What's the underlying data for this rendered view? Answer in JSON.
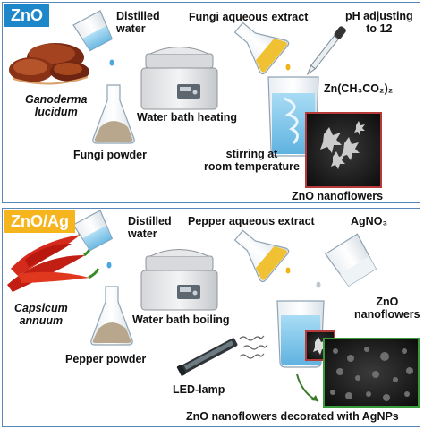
{
  "top": {
    "tag": "ZnO",
    "distilled_water": "Distilled\nwater",
    "fungi_extract": "Fungi aqueous extract",
    "ph": "pH adjusting\nto 12",
    "species": "Ganoderma\nlucidum",
    "water_bath": "Water bath heating",
    "zinc_salt": "Zn(CH₃CO₂)₂",
    "fungi_powder": "Fungi powder",
    "stirring": "stirring at\nroom temperature",
    "nanoflowers": "ZnO nanoflowers"
  },
  "bottom": {
    "tag": "ZnO/Ag",
    "distilled_water": "Distilled\nwater",
    "pepper_extract": "Pepper aqueous extract",
    "silver_salt": "AgNO₃",
    "species": "Capsicum\nannuum",
    "water_bath": "Water bath boiling",
    "zno_nanoflowers": "ZnO\nnanoflowers",
    "pepper_powder": "Pepper powder",
    "led": "LED-lamp",
    "decorated": "ZnO nanoflowers decorated with AgNPs"
  },
  "colors": {
    "zno_tag": "#1d87c9",
    "znoag_tag": "#f6b51d",
    "panel_border": "#5b86b8",
    "water": "#7ec4ea",
    "extract": "#f0c233",
    "micrograph_border_red": "#b73a3a",
    "micrograph_border_green": "#3a9b3a"
  }
}
